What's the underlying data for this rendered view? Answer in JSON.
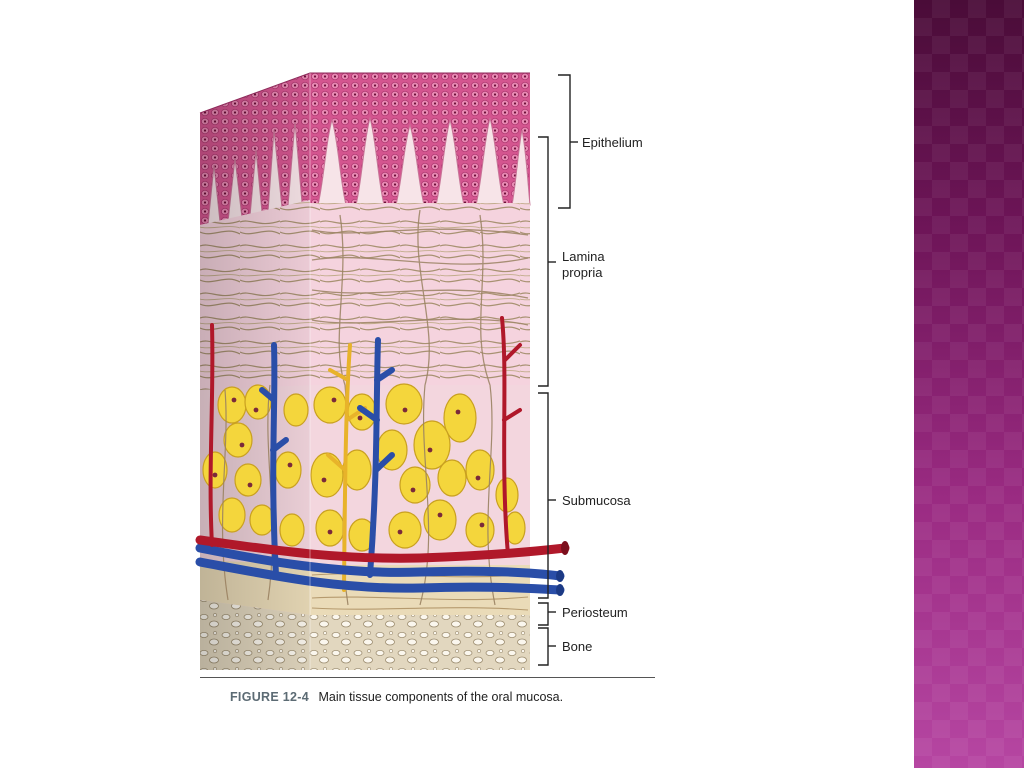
{
  "figure": {
    "caption_number": "FIGURE 12-4",
    "caption_text": "Main tissue components of the oral mucosa."
  },
  "labels": {
    "epithelium": "Epithelium",
    "lamina": "Lamina",
    "propria": "propria",
    "submucosa": "Submucosa",
    "periosteum": "Periosteum",
    "bone": "Bone"
  },
  "colors": {
    "epithelium": "#cf4f8c",
    "connective": "#f3c9d6",
    "fat": "#f4d63c",
    "artery": "#b0182a",
    "vein": "#2a4ea8",
    "bone": "#d8ccb2",
    "side_band": "#7a1a66"
  }
}
